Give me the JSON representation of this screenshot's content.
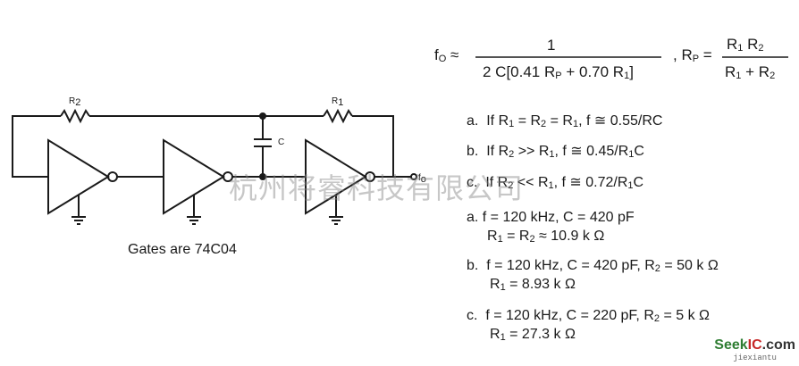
{
  "watermark": "杭州将睿科技有限公司",
  "circuit": {
    "r2_label": "R2",
    "r1_label": "R1",
    "c_label": "C",
    "out_label": "fo",
    "caption": "Gates are 74C04"
  },
  "formula": {
    "fo_lhs": "fO ≈",
    "fo_num": "1",
    "fo_den": "2 C[0.41 RP + 0.70 R1]",
    "rp_lhs": ", RP =",
    "rp_num": "R1 R2",
    "rp_den": "R1 + R2"
  },
  "cases": [
    "a.  If R1 = R2 = R1, f ≅ 0.55/RC",
    "b.  If R2 >> R1, f ≅ 0.45/R1C",
    "c.  If R2 << R1, f ≅ 0.72/R1C"
  ],
  "examples": [
    {
      "line1": "a.  f = 120 kHz, C = 420 pF",
      "line2": "R1 = R2 ≈ 10.9 k Ω"
    },
    {
      "line1": "b.  f = 120 kHz, C = 420 pF, R2 = 50 k Ω",
      "line2": "R1 = 8.93 k Ω"
    },
    {
      "line1": "c.  f = 120 kHz, C = 220 pF, R2 = 5 k Ω",
      "line2": "R1 = 27.3 k Ω"
    }
  ],
  "logo": {
    "name": "SeekIC.com",
    "site": "jiexiantu"
  }
}
